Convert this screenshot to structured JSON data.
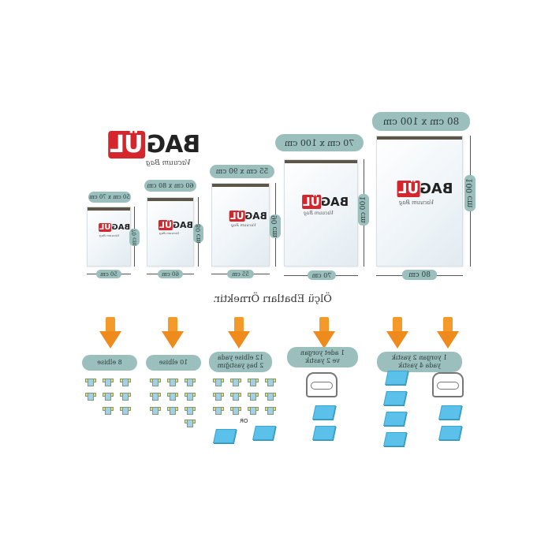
{
  "logo": {
    "brand_ul": "ÜL",
    "brand_bag": "BAG",
    "tagline": "Vacuum Bag"
  },
  "bags": [
    {
      "size": "50 cm x 70 cm",
      "width": "50 cm",
      "height": "70 cm"
    },
    {
      "size": "60 cm x 80 cm",
      "width": "60 cm",
      "height": "80 cm"
    },
    {
      "size": "55 cm x 90 cm",
      "width": "55 cm",
      "height": "90 cm"
    },
    {
      "size": "70 cm x 100 cm",
      "width": "70 cm",
      "height": "100 cm"
    },
    {
      "size": "80 cm x 100 cm",
      "width": "80 cm",
      "height": "100 cm"
    }
  ],
  "subtitle": "Ölçü Ebatları Örnektir.",
  "capacities": [
    {
      "line1": "8 elbise",
      "line2": ""
    },
    {
      "line1": "10 elbise",
      "line2": ""
    },
    {
      "line1": "12 elbise yada",
      "line2": "2 baş yastığım"
    },
    {
      "line1": "1 adet yorgan",
      "line2": "ve 2 yastık"
    },
    {
      "line1": "1 yorgan 2 yastık",
      "line2": "yada 4 yastık"
    }
  ],
  "or_label": "OR",
  "colors": {
    "accent_pill": "#9bbfbd",
    "arrow": "#f39a2b",
    "brand_red": "#d4262c",
    "pillow": "#5bc1ea"
  }
}
